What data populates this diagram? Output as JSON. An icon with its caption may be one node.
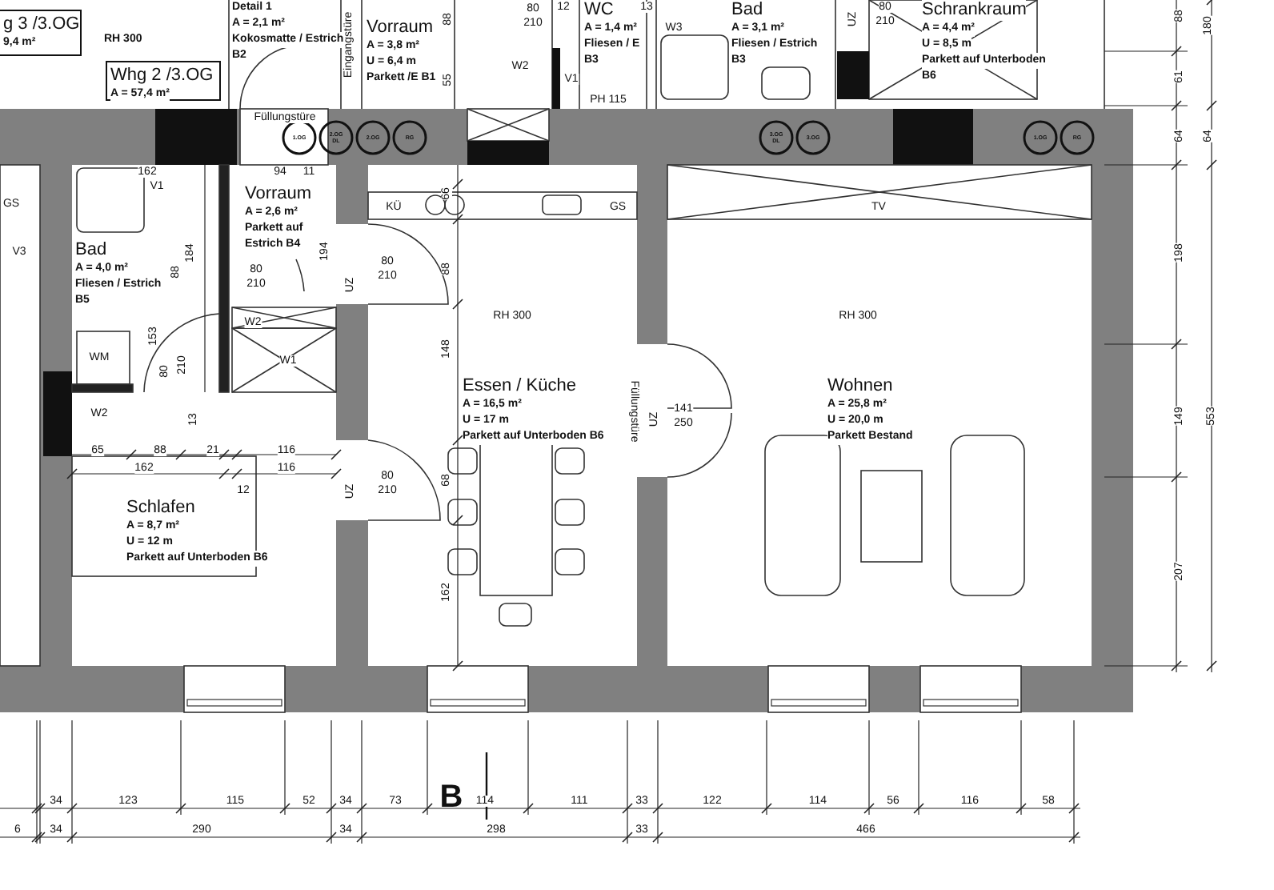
{
  "diagram": {
    "nodes": [
      {
        "text": [
          "g 3 /3.OG",
          "9,4 m²"
        ]
      },
      {
        "text": [
          "Whg 2 /3.OG",
          "A = 57,4 m²"
        ]
      },
      {
        "text": [
          "Detail 1",
          "A = 2,1 m²",
          "Kokosmatte / Estrich",
          "B2"
        ]
      },
      {
        "text": [
          "Vorraum",
          "A = 3,8 m²",
          "U = 6,4 m",
          "Parkett /E B1"
        ]
      },
      {
        "text": [
          "WC",
          "A = 1,4 m²",
          "Fliesen / E",
          "B3"
        ]
      },
      {
        "text": [
          "Bad",
          "A = 3,1 m²",
          "Fliesen / Estrich",
          "B3"
        ]
      },
      {
        "text": [
          "Schrankraum",
          "A = 4,4 m²",
          "U = 8,5 m",
          "Parkett auf Unterboden",
          "B6"
        ]
      },
      {
        "text": [
          "Bad",
          "A = 4,0 m²",
          "Fliesen / Estrich",
          "B5"
        ]
      },
      {
        "text": [
          "Vorraum",
          "A = 2,6 m²",
          "Parkett auf Estrich B4"
        ]
      },
      {
        "text": [
          "Schlafen",
          "A = 8,7 m²",
          "U = 12 m",
          "Parkett auf Unterboden B6"
        ]
      },
      {
        "text": [
          "Essen / Küche",
          "A = 16,5 m²",
          "U = 17 m",
          "Parkett auf Unterboden B6"
        ]
      },
      {
        "text": [
          "Wohnen",
          "A = 25,8 m²",
          "U = 20,0 m",
          "Parkett Bestand"
        ]
      }
    ],
    "labels": [
      "RH 300",
      "Eingangstüre",
      "88",
      "55",
      "80",
      "210",
      "W2",
      "V1",
      "PH 115",
      "W3",
      "80",
      "210",
      "UZ",
      "88",
      "180",
      "61",
      "64",
      "64",
      "198",
      "149",
      "553",
      "207",
      "Füllungstüre",
      "1.OG",
      "2.OG DL",
      "2.OG",
      "RG",
      "3.OG DL",
      "3.OG",
      "1.OG",
      "RG",
      "GS",
      "V3",
      "V1",
      "162",
      "94",
      "11",
      "184",
      "88",
      "153",
      "WM",
      "W2",
      "W1",
      "80",
      "210",
      "W2",
      "13",
      "80",
      "210",
      "194",
      "65",
      "88",
      "21",
      "116",
      "162",
      "116",
      "12",
      "KÜ",
      "GS",
      "80",
      "210",
      "UZ",
      "80",
      "210",
      "UZ",
      "RH 300",
      "66",
      "88",
      "148",
      "68",
      "162",
      "Füllungstüre",
      "UZ",
      "141",
      "250",
      "TV",
      "RH 300",
      "34",
      "123",
      "115",
      "52",
      "34",
      "73",
      "114",
      "111",
      "33",
      "122",
      "114",
      "56",
      "116",
      "58",
      "6",
      "34",
      "290",
      "34",
      "298",
      "33",
      "466",
      "B",
      "12",
      "13"
    ]
  }
}
